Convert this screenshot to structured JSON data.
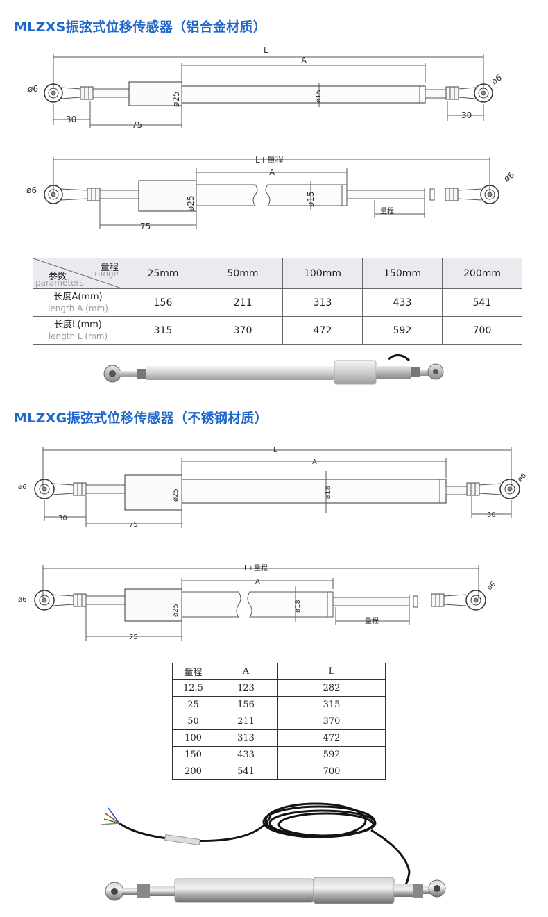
{
  "section1": {
    "title": "MLZXS振弦式位移传感器（铝合金材质）",
    "d1": {
      "L": "L",
      "A": "A",
      "phi6_left": "ø6",
      "phi6_right": "ø6",
      "phi25": "ø25",
      "phi15": "ø15",
      "d30_left": "30",
      "d30_right": "30",
      "d75": "75"
    },
    "d2": {
      "L": "L+量程",
      "A": "A",
      "phi6_left": "ø6",
      "phi6_right": "ø6",
      "phi25": "ø25",
      "phi15": "ø15",
      "d75": "75",
      "range": "量程"
    },
    "table": {
      "corner_range_cn": "量程",
      "corner_range_en": "range",
      "corner_param_cn": "参数",
      "corner_param_en": "parameters",
      "columns": [
        "25mm",
        "50mm",
        "100mm",
        "150mm",
        "200mm"
      ],
      "rows": [
        {
          "label_cn": "长度A(mm)",
          "label_en": "length A (mm)",
          "values": [
            "156",
            "211",
            "313",
            "433",
            "541"
          ]
        },
        {
          "label_cn": "长度L(mm)",
          "label_en": "length L (mm)",
          "values": [
            "315",
            "370",
            "472",
            "592",
            "700"
          ]
        }
      ]
    }
  },
  "section2": {
    "title": "MLZXG振弦式位移传感器（不锈钢材质）",
    "d1": {
      "L": "L",
      "A": "A",
      "phi6_left": "ø6",
      "phi6_right": "ø6",
      "phi25": "ø25",
      "phi18": "ø18",
      "d30_left": "30",
      "d30_right": "30",
      "d75": "75"
    },
    "d2": {
      "L": "L+量程",
      "A": "A",
      "phi6_left": "ø6",
      "phi6_right": "ø6",
      "phi25": "ø25",
      "phi18": "ø18",
      "d75": "75",
      "range": "量程"
    },
    "table": {
      "headers": [
        "量程",
        "A",
        "L"
      ],
      "rows": [
        [
          "12.5",
          "123",
          "282"
        ],
        [
          "25",
          "156",
          "315"
        ],
        [
          "50",
          "211",
          "370"
        ],
        [
          "100",
          "313",
          "472"
        ],
        [
          "150",
          "433",
          "592"
        ],
        [
          "200",
          "541",
          "700"
        ]
      ]
    }
  },
  "colors": {
    "title": "#1f67c9",
    "table_header_bg": "#e9ebee"
  }
}
